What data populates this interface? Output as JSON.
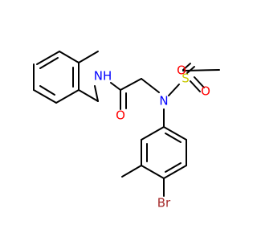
{
  "colors": {
    "background": "#ffffff",
    "bond": "#000000",
    "nitrogen": "#0000ff",
    "oxygen": "#ff0000",
    "sulfur": "#c8c800",
    "bromine": "#a52a2a"
  },
  "atoms": {
    "nh": {
      "label": "NH",
      "element": "N"
    },
    "n_sulfonamide": {
      "label": "N",
      "element": "N"
    },
    "o_amide": {
      "label": "O",
      "element": "O"
    },
    "sulfur": {
      "label": "S",
      "element": "S"
    },
    "o_sulfonyl_top": {
      "label": "O",
      "element": "O"
    },
    "o_sulfonyl_bottom": {
      "label": "O",
      "element": "O"
    },
    "bromine": {
      "label": "Br",
      "element": "Br"
    }
  }
}
